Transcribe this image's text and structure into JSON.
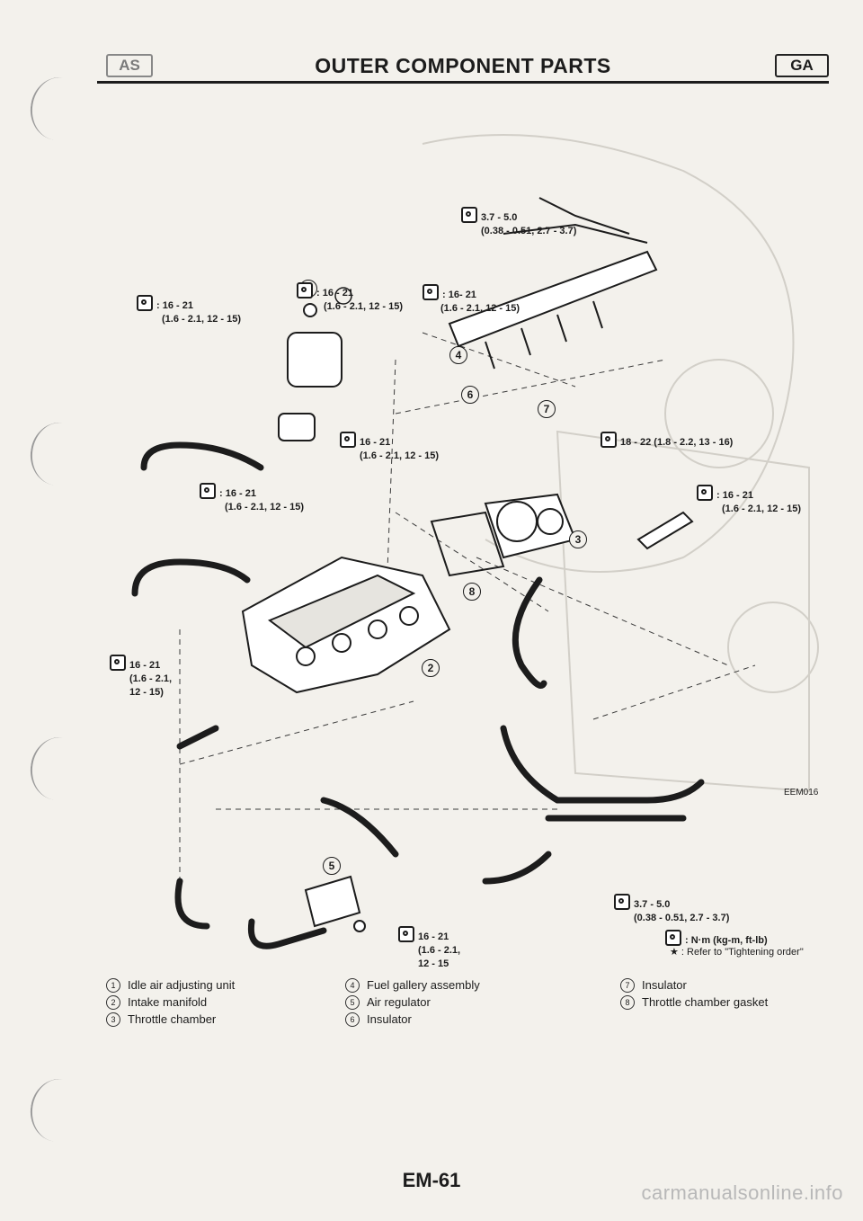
{
  "header": {
    "left_badge": "AS",
    "title": "OUTER COMPONENT PARTS",
    "right_badge": "GA"
  },
  "figure": {
    "id": "EEM016",
    "callouts": [
      "1",
      "2",
      "3",
      "4",
      "5",
      "6",
      "7",
      "8"
    ],
    "torques": [
      {
        "value": "3.7 - 5.0",
        "sub": "(0.38 - 0.51, 2.7 - 3.7)"
      },
      {
        "value": "16 - 21",
        "sub": "(1.6 - 2.1, 12 - 15)"
      },
      {
        "value": "16 - 21",
        "sub": "(1.6 - 2.1, 12 - 15)"
      },
      {
        "value": "16- 21",
        "sub": "(1.6 - 2.1, 12 - 15)"
      },
      {
        "value": "16 - 21",
        "sub": "(1.6 - 2.1, 12 - 15)"
      },
      {
        "value": "18 - 22 (1.8 - 2.2, 13 - 16)",
        "sub": ""
      },
      {
        "value": "16 - 21",
        "sub": "(1.6 - 2.1, 12 - 15)"
      },
      {
        "value": "16 - 21",
        "sub": "(1.6 - 2.1, 12 - 15)"
      },
      {
        "value": "16 - 21",
        "sub": "(1.6 - 2.1,\n12 - 15)"
      },
      {
        "value": "3.7 - 5.0",
        "sub": "(0.38 - 0.51, 2.7 - 3.7)"
      },
      {
        "value": "16 - 21",
        "sub": "(1.6 - 2.1,\n12 - 15"
      }
    ],
    "units_note": ": N·m (kg-m, ft-lb)",
    "star_note": "★ : Refer to \"Tightening order\""
  },
  "legend": {
    "col1": [
      {
        "num": "1",
        "label": "Idle air adjusting unit"
      },
      {
        "num": "2",
        "label": "Intake manifold"
      },
      {
        "num": "3",
        "label": "Throttle chamber"
      }
    ],
    "col2": [
      {
        "num": "4",
        "label": "Fuel gallery assembly"
      },
      {
        "num": "5",
        "label": "Air regulator"
      },
      {
        "num": "6",
        "label": "Insulator"
      }
    ],
    "col3": [
      {
        "num": "7",
        "label": "Insulator"
      },
      {
        "num": "8",
        "label": "Throttle chamber gasket"
      }
    ]
  },
  "footer": {
    "page": "EM-61"
  },
  "watermark": "carmanualsonline.info"
}
